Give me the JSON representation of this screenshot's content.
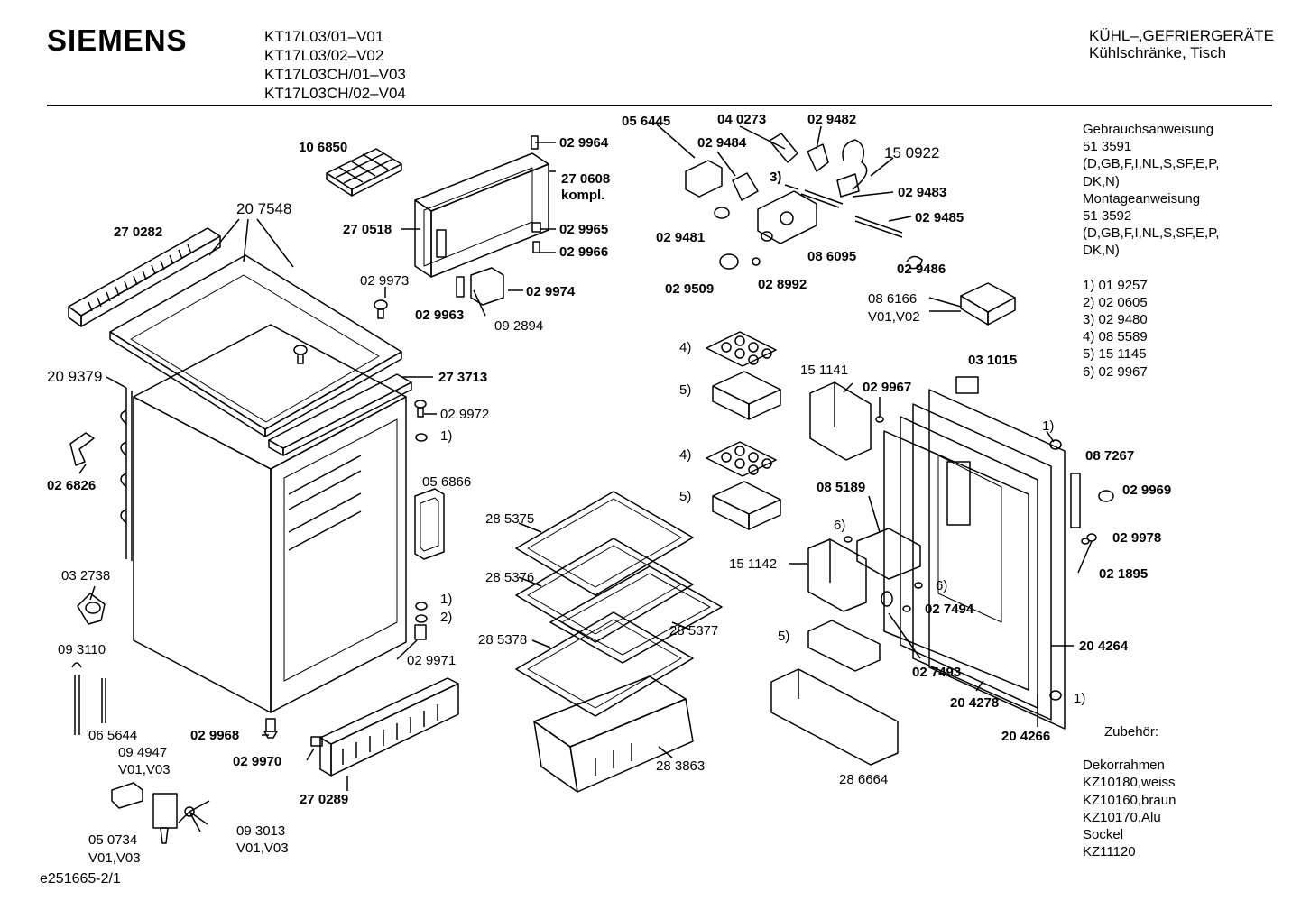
{
  "header": {
    "brand": "SIEMENS",
    "models": [
      "KT17L03/01–V01",
      "KT17L03/02–V02",
      "KT17L03CH/01–V03",
      "KT17L03CH/02–V04"
    ],
    "category_line1": "KÜHL–,GEFRIERGERÄTE",
    "category_line2": "Kühlschränke, Tisch"
  },
  "parts": {
    "p106850": "10 6850",
    "p270282": "27 0282",
    "p207548": "20 7548",
    "p270518": "27 0518",
    "p029964": "02 9964",
    "p270608": "27 0608",
    "kompl": "kompl.",
    "p029965": "02 9965",
    "p029966": "02 9966",
    "p029973": "02 9973",
    "p029963": "02 9963",
    "p029974": "02 9974",
    "p092894": "09 2894",
    "p209379": "20 9379",
    "p273713": "27 3713",
    "p029972": "02 9972",
    "p026826": "02 6826",
    "p056866": "05 6866",
    "p032738": "03 2738",
    "p093110": "09 3110",
    "p065644": "06 5644",
    "p094947": "09 4947",
    "v01v03a": "V01,V03",
    "p050734": "05 0734",
    "v01v03b": "V01,V03",
    "p093013": "09 3013",
    "v01v03c": "V01,V03",
    "p029968": "02 9968",
    "p029970": "02 9970",
    "p270289": "27 0289",
    "p029971": "02 9971",
    "p285375": "28 5375",
    "p285376": "28 5376",
    "p285377": "28 5377",
    "p285378": "28 5378",
    "p283863": "28 3863",
    "p056445": "05 6445",
    "p040273": "04 0273",
    "p029482": "02 9482",
    "p029484": "02 9484",
    "p150922": "15 0922",
    "p029483": "02 9483",
    "p029485": "02 9485",
    "p029481": "02 9481",
    "p086095": "08 6095",
    "p029486": "02 9486",
    "p029509": "02 9509",
    "p028992": "02 8992",
    "p086166": "08 6166",
    "v01v02": "V01,V02",
    "p031015": "03 1015",
    "p151141": "15 1141",
    "p029967": "02 9967",
    "p087267": "08 7267",
    "p029969": "02 9969",
    "p029978": "02 9978",
    "p021895": "02 1895",
    "p085189": "08 5189",
    "p151142": "15 1142",
    "p027494": "02 7494",
    "p027493": "02 7493",
    "p204264": "20 4264",
    "p204278": "20 4278",
    "p204266": "20 4266",
    "p286664": "28 6664"
  },
  "refs": {
    "r1a": "1)",
    "r1b": "1)",
    "r1c": "1)",
    "r1d": "1)",
    "r2": "2)",
    "r3": "3)",
    "r4a": "4)",
    "r4b": "4)",
    "r5a": "5)",
    "r5b": "5)",
    "r5c": "5)",
    "r6a": "6)",
    "r6b": "6)"
  },
  "sidebar": {
    "manual_title": "Gebrauchsanweisung",
    "manual_no": "51 3591",
    "manual_langs_1": "(D,GB,F,I,NL,S,SF,E,P,",
    "manual_langs_2": "DK,N)",
    "install_title": "Montageanweisung",
    "install_no": "51 3592",
    "install_langs_1": "(D,GB,F,I,NL,S,SF,E,P,",
    "install_langs_2": "DK,N)",
    "footnotes": [
      "1)  01 9257",
      "2)  02 0605",
      "3)  02 9480",
      "4)  08 5589",
      "5)  15 1145",
      "6)  02 9967"
    ]
  },
  "accessories": {
    "title": "Zubehör:",
    "lines": [
      "Dekorrahmen",
      "KZ10180,weiss",
      "KZ10160,braun",
      "KZ10170,Alu",
      "Sockel",
      "KZ11120"
    ]
  },
  "footer": {
    "code": "e251665-2/1"
  }
}
